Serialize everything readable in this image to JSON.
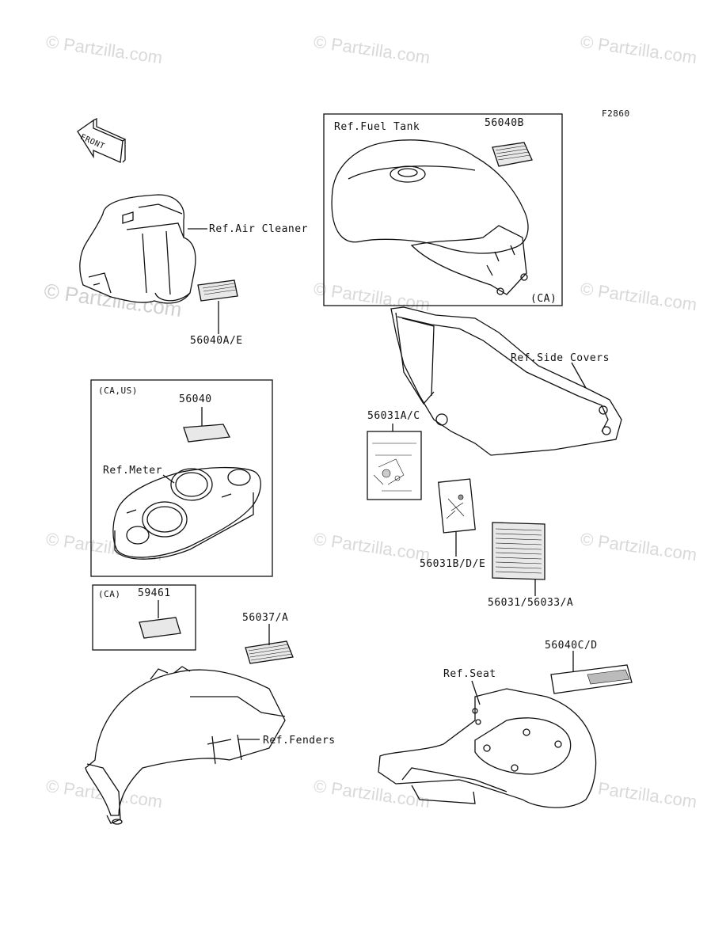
{
  "figure_id": "F2860",
  "watermark": "© Partzilla.com",
  "direction_badge": "FRONT",
  "labels": {
    "ref_fuel_tank": "Ref.Fuel Tank",
    "ref_air_cleaner": "Ref.Air Cleaner",
    "ref_side_covers": "Ref.Side Covers",
    "ref_meter": "Ref.Meter",
    "ref_fenders": "Ref.Fenders",
    "ref_seat": "Ref.Seat"
  },
  "regions": {
    "ca": "(CA)",
    "ca_us": "(CA,US)"
  },
  "parts": {
    "p56040b": "56040B",
    "p56040a_e": "56040A/E",
    "p56040": "56040",
    "p59461": "59461",
    "p56037_a": "56037/A",
    "p56031a_c": "56031A/C",
    "p56031b_d_e": "56031B/D/E",
    "p56031_56033_a": "56031/56033/A",
    "p56040c_d": "56040C/D"
  }
}
